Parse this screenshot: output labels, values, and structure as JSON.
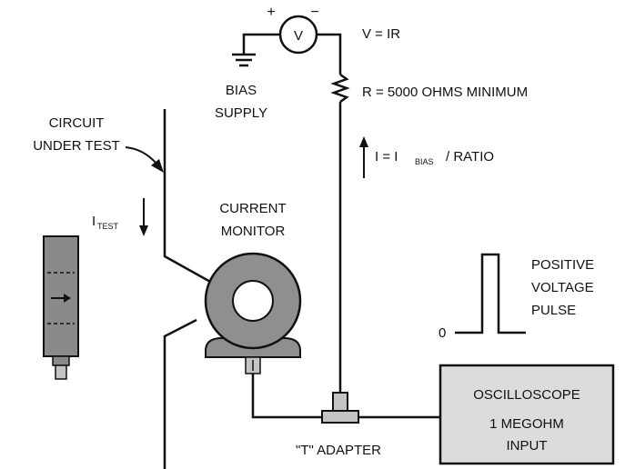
{
  "labels": {
    "plus": "+",
    "minus": "−",
    "voltmeter": "V",
    "v_ir": "V = IR",
    "resistor": "R = 5000 OHMS MINIMUM",
    "bias_1": "BIAS",
    "bias_2": "SUPPLY",
    "cut_1": "CIRCUIT",
    "cut_2": "UNDER TEST",
    "itest_i": "I",
    "itest_sub": "TEST",
    "ibias_prefix": "I = I",
    "ibias_sub": "BIAS",
    "ibias_suffix": "/ RATIO",
    "cm_1": "CURRENT",
    "cm_2": "MONITOR",
    "pulse_1": "POSITIVE",
    "pulse_2": "VOLTAGE",
    "pulse_3": "PULSE",
    "zero": "0",
    "t_adapter": "\"T\" ADAPTER",
    "osc_1": "OSCILLOSCOPE",
    "osc_2": "1  MEGOHM",
    "osc_3": "INPUT"
  },
  "colors": {
    "line": "#111111",
    "monitor_fill": "#8f8f8f",
    "probe_fill": "#8a8a8a",
    "box_fill": "#dcdcdc",
    "adapter_fill": "#c4c4c4"
  },
  "icons": {
    "ground": "ground-symbol",
    "voltmeter": "voltmeter-circle",
    "resistor": "zigzag-resistor",
    "monitor": "toroid-current-monitor",
    "probe": "current-probe-device"
  }
}
